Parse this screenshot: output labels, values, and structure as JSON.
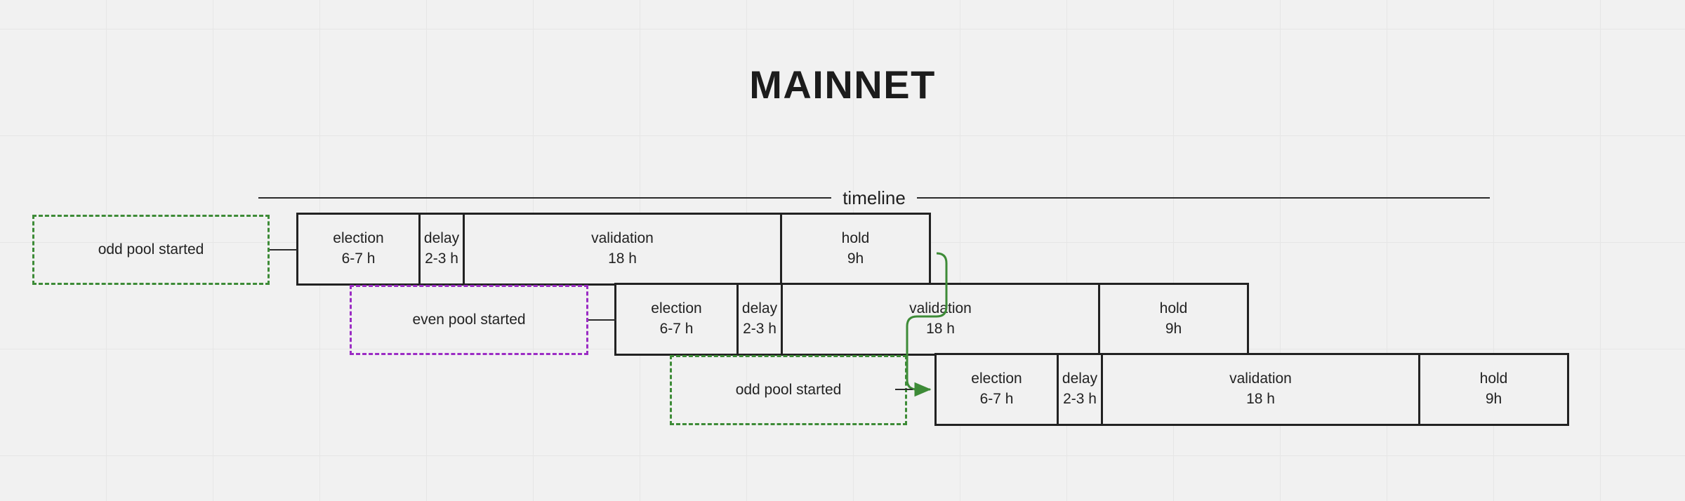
{
  "page": {
    "title": "MAINNET",
    "background_color": "#f1f1f1",
    "grid_color": "#e6e6e6"
  },
  "timeline": {
    "label": "timeline",
    "axis_color": "#2b2b2b"
  },
  "colors": {
    "box_border": "#222222",
    "note_green": "#3d8b37",
    "note_purple": "#9b2cc4",
    "arrow_green": "#3d8b37",
    "text": "#222222"
  },
  "rows": [
    {
      "id": "row-1",
      "phases": [
        {
          "name": "election",
          "duration": "6-7 h"
        },
        {
          "name": "delay",
          "duration": "2-3 h"
        },
        {
          "name": "validation",
          "duration": "18 h"
        },
        {
          "name": "hold",
          "duration": "9h"
        }
      ]
    },
    {
      "id": "row-2",
      "phases": [
        {
          "name": "election",
          "duration": "6-7 h"
        },
        {
          "name": "delay",
          "duration": "2-3 h"
        },
        {
          "name": "validation",
          "duration": "18 h"
        },
        {
          "name": "hold",
          "duration": "9h"
        }
      ]
    },
    {
      "id": "row-3",
      "phases": [
        {
          "name": "election",
          "duration": "6-7 h"
        },
        {
          "name": "delay",
          "duration": "2-3 h"
        },
        {
          "name": "validation",
          "duration": "18 h"
        },
        {
          "name": "hold",
          "duration": "9h"
        }
      ]
    }
  ],
  "notes": [
    {
      "id": "note-1",
      "text": "odd pool started",
      "color": "green"
    },
    {
      "id": "note-2",
      "text": "even pool started",
      "color": "purple"
    },
    {
      "id": "note-3",
      "text": "odd pool started",
      "color": "green"
    }
  ]
}
